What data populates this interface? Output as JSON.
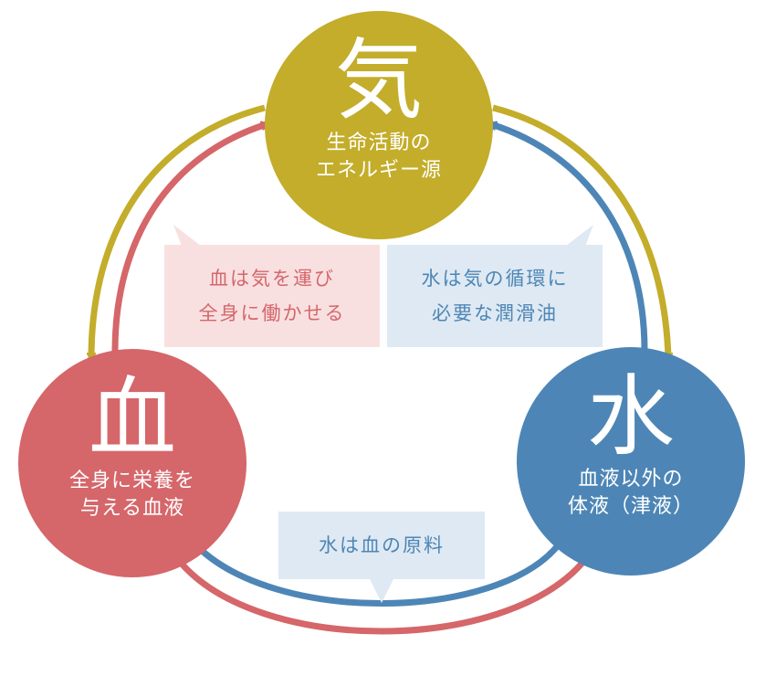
{
  "nodes": {
    "ki": {
      "kanji": "気",
      "line1": "生命活動の",
      "line2": "エネルギー源",
      "color": "#c3ad2a"
    },
    "ketsu": {
      "kanji": "血",
      "line1": "全身に栄養を",
      "line2": "与える血液",
      "color": "#d5666a"
    },
    "sui": {
      "kanji": "水",
      "line1": "血液以外の",
      "line2": "体液（津液）",
      "color": "#4d86b6"
    }
  },
  "bubbles": {
    "blood": {
      "line1": "血は気を運び",
      "line2": "全身に働かせる",
      "bg": "#f8e0e1",
      "text_color": "#d5666a"
    },
    "water": {
      "line1": "水は気の循環に",
      "line2": "必要な潤滑油",
      "bg": "#dfe9f3",
      "text_color": "#4d86b6"
    },
    "source": {
      "text": "水は血の原料",
      "bg": "#dfe9f3",
      "text_color": "#4d86b6"
    }
  },
  "arrows": {
    "ki_ketsu_outer": "#c3ad2a",
    "ketsu_ki_inner": "#d5666a",
    "ki_sui_outer": "#c3ad2a",
    "sui_ki_inner": "#4d86b6",
    "ketsu_sui_outer": "#d5666a",
    "sui_ketsu_inner": "#4d86b6"
  }
}
